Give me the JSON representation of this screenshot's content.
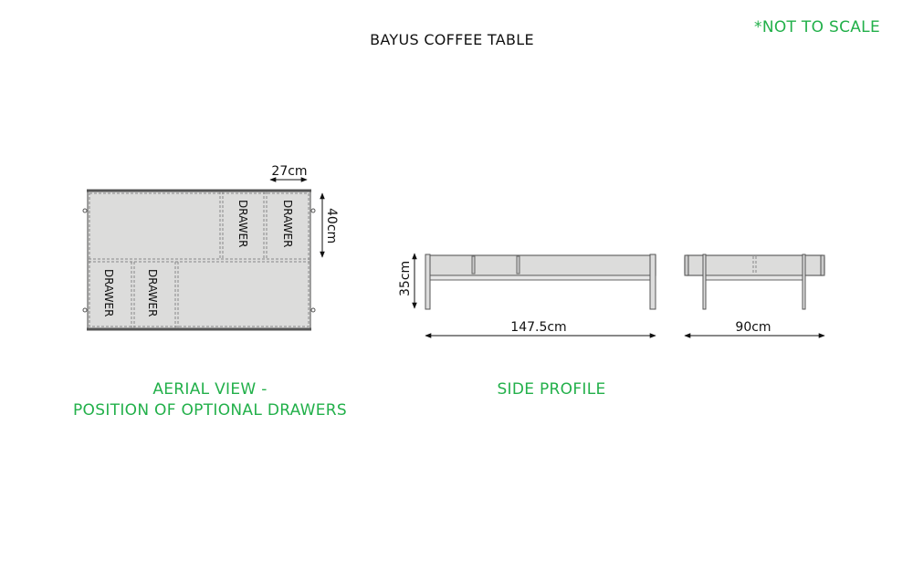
{
  "title": "BAYUS COFFEE TABLE",
  "note": "*NOT TO SCALE",
  "aerial": {
    "caption_line1": "AERIAL VIEW -",
    "caption_line2": "POSITION OF OPTIONAL DRAWERS",
    "drawer_width": "27cm",
    "depth": "40cm",
    "drawer_label": "DRAWER"
  },
  "side": {
    "caption": "SIDE PROFILE",
    "height": "35cm",
    "length": "147.5cm",
    "width": "90cm"
  },
  "colors": {
    "accent": "#22b04a",
    "panel": "#dcdcdb"
  }
}
